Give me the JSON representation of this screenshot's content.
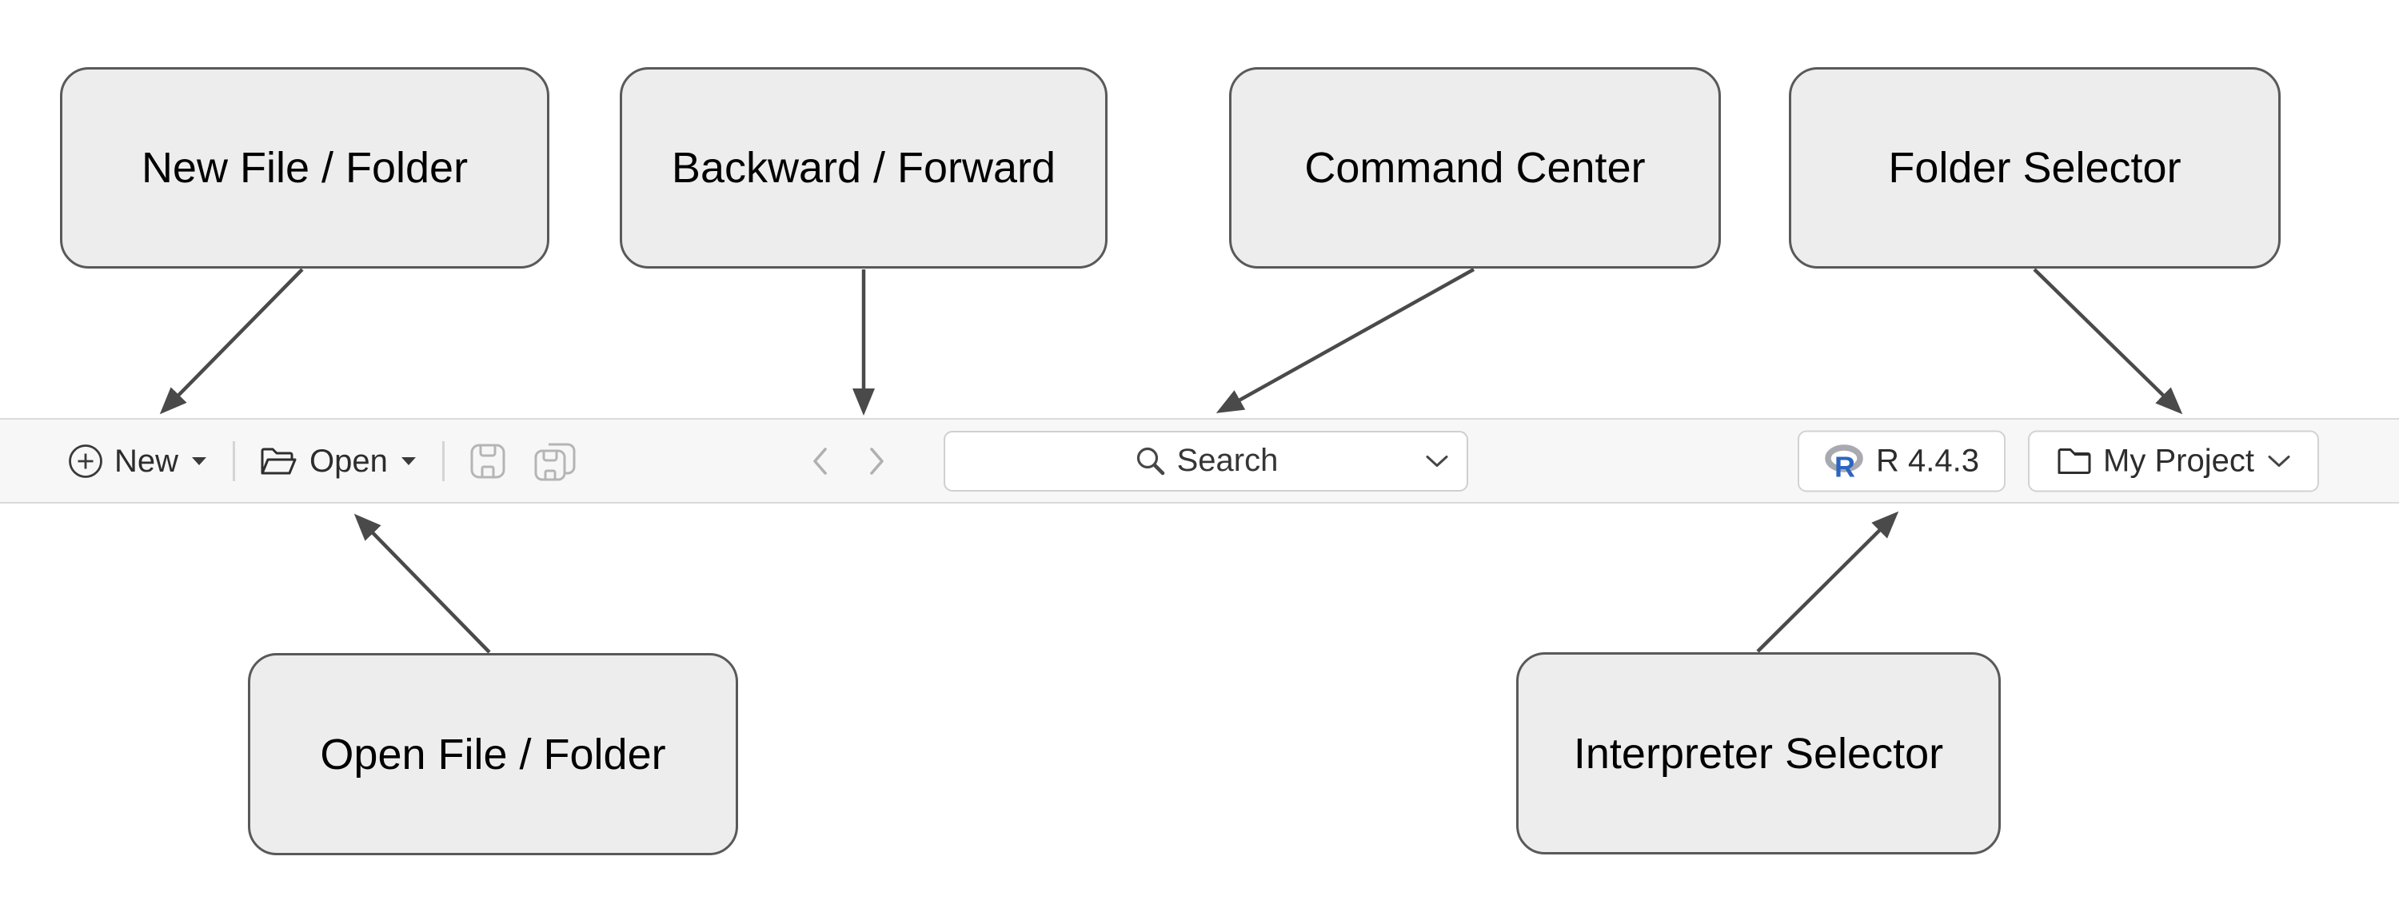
{
  "annotations": {
    "new_file_folder": {
      "label": "New File / Folder"
    },
    "backward_forward": {
      "label": "Backward / Forward"
    },
    "command_center": {
      "label": "Command Center"
    },
    "folder_selector": {
      "label": "Folder Selector"
    },
    "open_file_folder": {
      "label": "Open File / Folder"
    },
    "interpreter_selector": {
      "label": "Interpreter Selector"
    }
  },
  "toolbar": {
    "new": {
      "label": "New",
      "icon": "circle-plus-icon",
      "dropdown_icon": "caret-down-icon"
    },
    "open": {
      "label": "Open",
      "icon": "folder-open-icon",
      "dropdown_icon": "caret-down-icon"
    },
    "save": {
      "icon": "save-icon"
    },
    "save_all": {
      "icon": "save-all-icon"
    },
    "back": {
      "icon": "chevron-left-icon"
    },
    "forward": {
      "icon": "chevron-right-icon"
    },
    "search": {
      "label": "Search",
      "icon": "magnifier-icon",
      "dropdown_icon": "chevron-down-icon"
    },
    "interpreter": {
      "label": "R 4.4.3",
      "icon": "r-logo-icon"
    },
    "project": {
      "label": "My Project",
      "icon": "folder-icon",
      "dropdown_icon": "chevron-down-icon"
    }
  },
  "colors": {
    "page_bg": "#ffffff",
    "toolbar_bg": "#f7f7f7",
    "toolbar_border": "#dadada",
    "callout_fill": "#ededed",
    "callout_border": "#595959",
    "arrow": "#4a4a4a",
    "toolbar_text": "#2d2d2d",
    "disabled_icon": "#b5b5b5",
    "r_logo_blue": "#2b65c0",
    "r_logo_ring": "#a9a9b0"
  }
}
